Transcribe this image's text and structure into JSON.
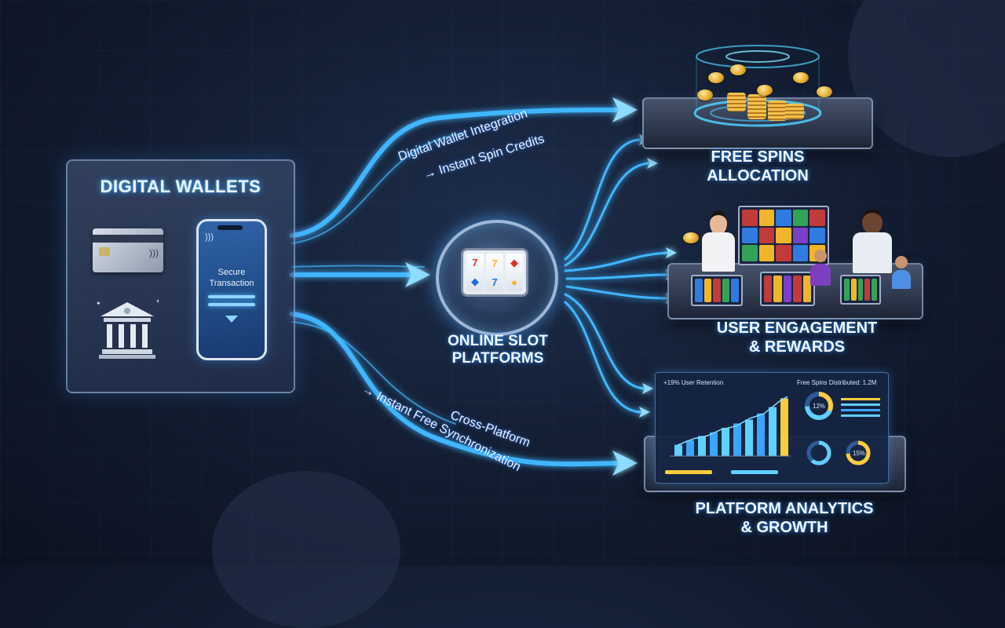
{
  "source": {
    "title": "DIGITAL WALLETS",
    "phone_text": [
      "Secure",
      "Transaction"
    ],
    "items": [
      "card-icon",
      "bank-icon",
      "phone-icon"
    ]
  },
  "hub": {
    "title_line1": "ONLINE SLOT",
    "title_line2": "PLATFORMS"
  },
  "flows": {
    "top_line1": "Digital Wallet Integration",
    "top_line2": "→ Instant Spin Credits",
    "bottom_line1": "→ Instant Free Synchronization",
    "bottom_line2": "Cross-Platform"
  },
  "targets": [
    {
      "line1": "FREE SPINS",
      "line2": "ALLOCATION"
    },
    {
      "line1": "USER ENGAGEMENT",
      "line2": "& REWARDS"
    },
    {
      "line1": "PLATFORM ANALYTICS",
      "line2": "& GROWTH"
    }
  ],
  "dashboard": {
    "left_title": "+19% User Retention",
    "right_title": "Free Spins Distributed: 1.2M",
    "donut_label": "12%",
    "donut_label2": "15%",
    "bars": [
      0.18,
      0.25,
      0.32,
      0.38,
      0.45,
      0.52,
      0.58,
      0.68,
      0.78,
      0.92
    ],
    "bar_colors": [
      "#5fd0ff",
      "#3aa6ff",
      "#ffcc3d"
    ]
  },
  "colors": {
    "flow": "#3fb6ff",
    "glow": "#1e7dff",
    "text_glow": "#2f8fff"
  }
}
